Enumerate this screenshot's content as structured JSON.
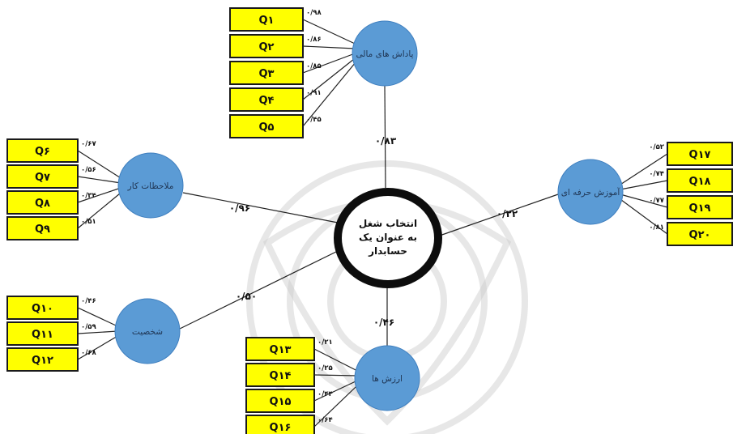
{
  "center": {
    "lines": [
      "انتخاب شغل",
      "به عنوان یک",
      "حسابدار"
    ]
  },
  "constructs": [
    {
      "id": "financial",
      "label": "پاداش های مالی",
      "path_coef": "۰/۸۳",
      "items": [
        {
          "q": "Q۱",
          "loading": "۰/۹۸"
        },
        {
          "q": "Q۲",
          "loading": "۰/۸۶"
        },
        {
          "q": "Q۳",
          "loading": "۰/۸۵"
        },
        {
          "q": "Q۴",
          "loading": "۰/۹۱"
        },
        {
          "q": "Q۵",
          "loading": "۰/۴۵"
        }
      ]
    },
    {
      "id": "work",
      "label": "ملاحظات کار",
      "path_coef": "۰/۹۶",
      "items": [
        {
          "q": "Q۶",
          "loading": "۰/۶۷"
        },
        {
          "q": "Q۷",
          "loading": "۰/۵۶"
        },
        {
          "q": "Q۸",
          "loading": "۰/۳۴"
        },
        {
          "q": "Q۹",
          "loading": "۰/۵۱"
        }
      ]
    },
    {
      "id": "personality",
      "label": "شخصیت",
      "path_coef": "۰/۵۰",
      "items": [
        {
          "q": "Q۱۰",
          "loading": "۰/۴۶"
        },
        {
          "q": "Q۱۱",
          "loading": "۰/۵۹"
        },
        {
          "q": "Q۱۲",
          "loading": "۰/۶۸"
        }
      ]
    },
    {
      "id": "values",
      "label": "ارزش ها",
      "path_coef": "۰/۴۶",
      "items": [
        {
          "q": "Q۱۳",
          "loading": "۰/۲۱"
        },
        {
          "q": "Q۱۴",
          "loading": "۰/۲۵"
        },
        {
          "q": "Q۱۵",
          "loading": "۰/۴۴"
        },
        {
          "q": "Q۱۶",
          "loading": "۰/۶۴"
        }
      ]
    },
    {
      "id": "training",
      "label": "آموزش حرفه ای",
      "path_coef": "۰/۲۲",
      "items": [
        {
          "q": "Q۱۷",
          "loading": "۰/۵۲"
        },
        {
          "q": "Q۱۸",
          "loading": "۰/۷۴"
        },
        {
          "q": "Q۱۹",
          "loading": "۰/۷۷"
        },
        {
          "q": "Q۲۰",
          "loading": "۰/۸۱"
        }
      ]
    }
  ]
}
